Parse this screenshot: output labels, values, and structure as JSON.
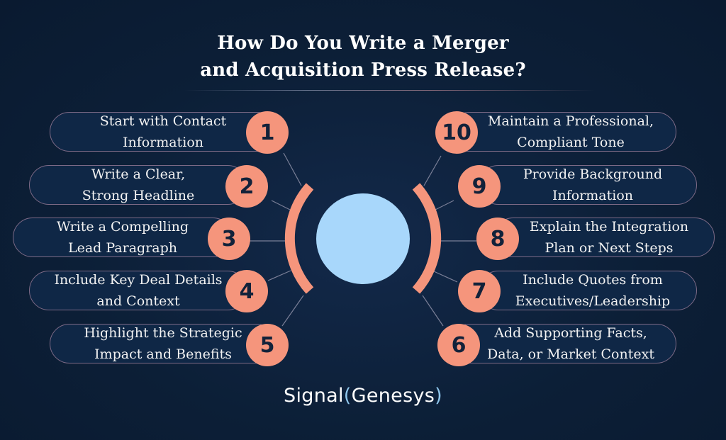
{
  "title": {
    "line1": "How Do You Write a Merger",
    "line2": "and Acquisition Press Release?"
  },
  "steps_left": [
    {
      "number": "1",
      "line1": "Start with Contact",
      "line2": "Information"
    },
    {
      "number": "2",
      "line1": "Write a Clear,",
      "line2": "Strong Headline"
    },
    {
      "number": "3",
      "line1": "Write a Compelling",
      "line2": "Lead Paragraph"
    },
    {
      "number": "4",
      "line1": "Include Key Deal Details",
      "line2": "and Context"
    },
    {
      "number": "5",
      "line1": "Highlight the Strategic",
      "line2": "Impact and Benefits"
    }
  ],
  "steps_right": [
    {
      "number": "10",
      "line1": "Maintain a Professional,",
      "line2": "Compliant Tone"
    },
    {
      "number": "9",
      "line1": "Provide Background",
      "line2": "Information"
    },
    {
      "number": "8",
      "line1": "Explain the Integration",
      "line2": "Plan or Next Steps"
    },
    {
      "number": "7",
      "line1": "Include Quotes from",
      "line2": "Executives/Leadership"
    },
    {
      "number": "6",
      "line1": "Add Supporting Facts,",
      "line2": "Data, or Market Context"
    }
  ],
  "logo": {
    "word1": "Signal",
    "open_paren": "(",
    "word2": "Genesys",
    "close_paren": ")"
  },
  "colors": {
    "background": "#0c1f37",
    "accent_coral": "#f5957c",
    "center_circle": "#a8d7fb",
    "pill_border": "#7d6a86",
    "logo_paren": "#8fc6ec"
  }
}
